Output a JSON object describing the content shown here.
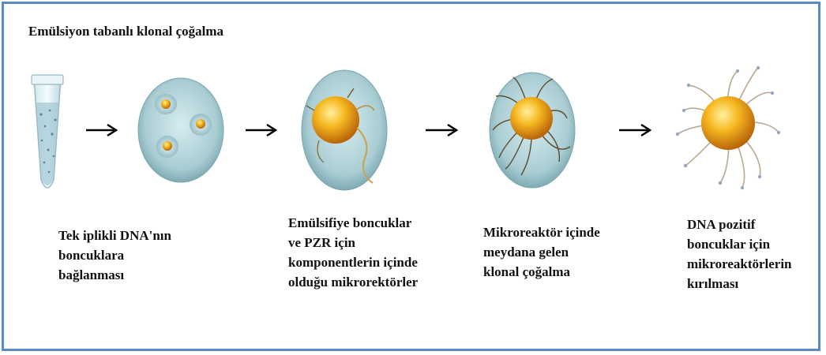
{
  "title": "Emülsiyon tabanlı klonal çoğalma",
  "steps": [
    {
      "caption": [
        "Tek iplikli DNA'nın",
        "boncuklara",
        "bağlanması"
      ]
    },
    {
      "caption": [
        "Emülsifiye boncuklar",
        "ve PZR için",
        "komponentlerin içinde",
        "olduğu mikrorektörler"
      ]
    },
    {
      "caption": [
        "Mikroreaktör içinde",
        "meydana gelen",
        "klonal çoğalma"
      ]
    },
    {
      "caption": [
        "DNA pozitif",
        "boncuklar için",
        "mikroreaktörlerin",
        "kırılması"
      ]
    }
  ],
  "colors": {
    "border": "#5b8ac9",
    "bead": "#f2a516",
    "droplet": "#a9cdd3",
    "strand": "#c9a24a"
  }
}
